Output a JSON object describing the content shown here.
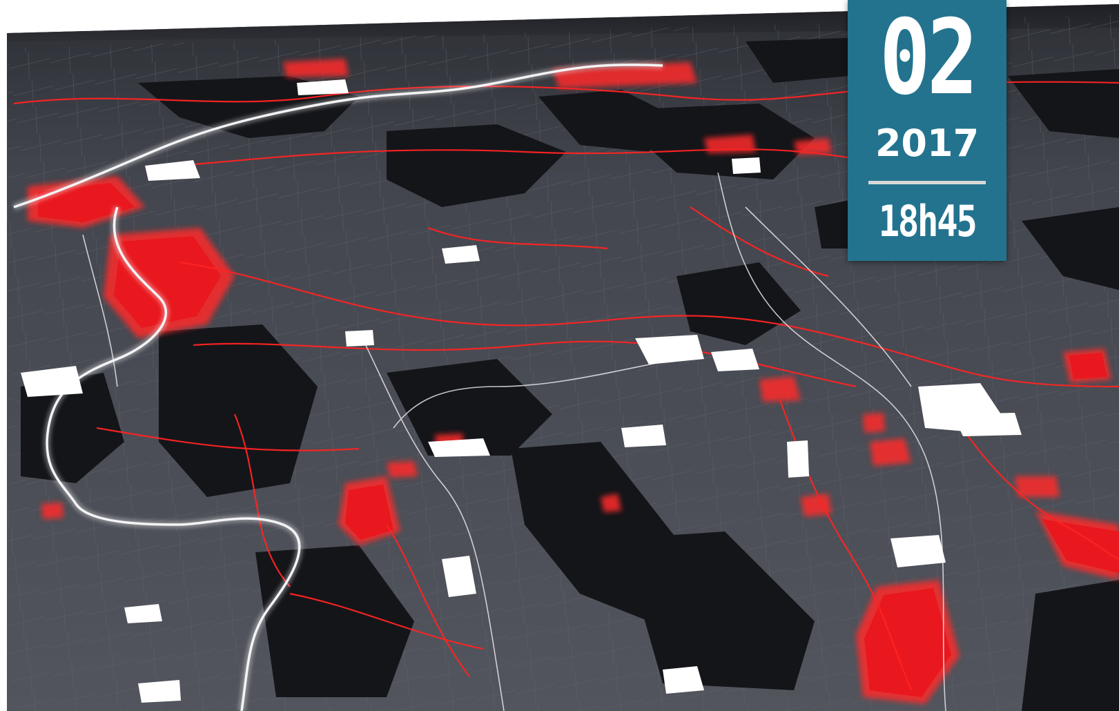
{
  "badge": {
    "month": "02",
    "year": "2017",
    "time": "18h45"
  },
  "colors": {
    "badge_background": "#23738f",
    "map_land": "#4a4d55",
    "map_dark_areas": "#141519",
    "flood_red": "#e8181e",
    "urban_white": "#ffffff"
  }
}
